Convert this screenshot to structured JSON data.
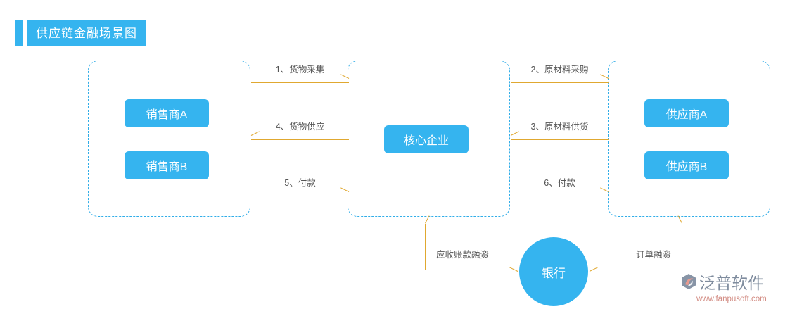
{
  "header": {
    "title": "供应链金融场景图",
    "accent_color": "#35b4ef"
  },
  "theme": {
    "node_blue": "#35b4ef",
    "dashed_border": "#30ade8",
    "arrow_gold": "#e0a830",
    "label_gray": "#555555",
    "background": "#ffffff"
  },
  "groups": {
    "left": {
      "name": "sellers-group",
      "nodes": [
        {
          "label": "销售商A"
        },
        {
          "label": "销售商B"
        }
      ]
    },
    "center": {
      "name": "core-enterprise-group",
      "nodes": [
        {
          "label": "核心企业"
        }
      ]
    },
    "right": {
      "name": "suppliers-group",
      "nodes": [
        {
          "label": "供应商A"
        },
        {
          "label": "供应商B"
        }
      ]
    }
  },
  "flows": {
    "left_center": [
      {
        "label": "1、货物采集",
        "direction": "right"
      },
      {
        "label": "4、货物供应",
        "direction": "left"
      },
      {
        "label": "5、付款",
        "direction": "right"
      }
    ],
    "center_right": [
      {
        "label": "2、原材料采购",
        "direction": "right"
      },
      {
        "label": "3、原材料供货",
        "direction": "left"
      },
      {
        "label": "6、付款",
        "direction": "right"
      }
    ]
  },
  "bank": {
    "label": "银行",
    "financing": {
      "left": {
        "label": "应收账款融资",
        "from": "核心企业",
        "to": "银行"
      },
      "right": {
        "label": "订单融资",
        "from": "供应商",
        "to": "银行"
      }
    }
  },
  "watermark": {
    "brand": "泛普软件",
    "url": "www.fanpusoft.com",
    "mark_color": "#8794a6",
    "swirl_color": "#e89a90"
  }
}
